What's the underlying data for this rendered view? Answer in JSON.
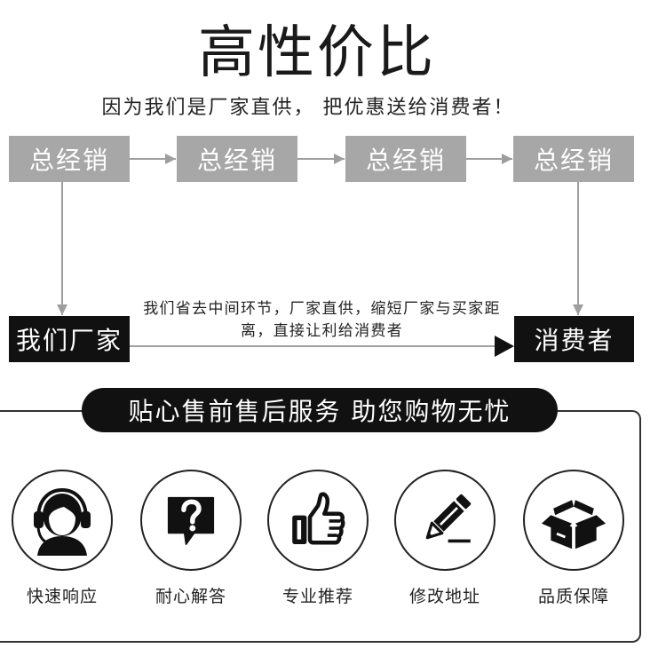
{
  "title": "高性价比",
  "subtitle": "因为我们是厂家直供， 把优惠送给消费者！",
  "flow": {
    "distributors": [
      "总经销",
      "总经销",
      "总经销",
      "总经销"
    ],
    "factory": "我们厂家",
    "consumer": "消费者",
    "note_lines": [
      "我们省去中间环节，厂家直供，缩短厂家与买家距",
      "离，直接让利给消费者"
    ]
  },
  "service": {
    "banner": "贴心售前售后服务 助您购物无忧",
    "items": [
      {
        "label": "快速响应",
        "icon": "headset-agent-icon"
      },
      {
        "label": "耐心解答",
        "icon": "question-bubble-icon"
      },
      {
        "label": "专业推荐",
        "icon": "thumbs-up-icon"
      },
      {
        "label": "修改地址",
        "icon": "edit-pencil-icon"
      },
      {
        "label": "品质保障",
        "icon": "open-box-icon"
      }
    ]
  },
  "colors": {
    "box_gray": "#a7a7a7",
    "arrow_gray": "#9e9e9e",
    "dark": "#111111",
    "text": "#1a1a1a"
  }
}
